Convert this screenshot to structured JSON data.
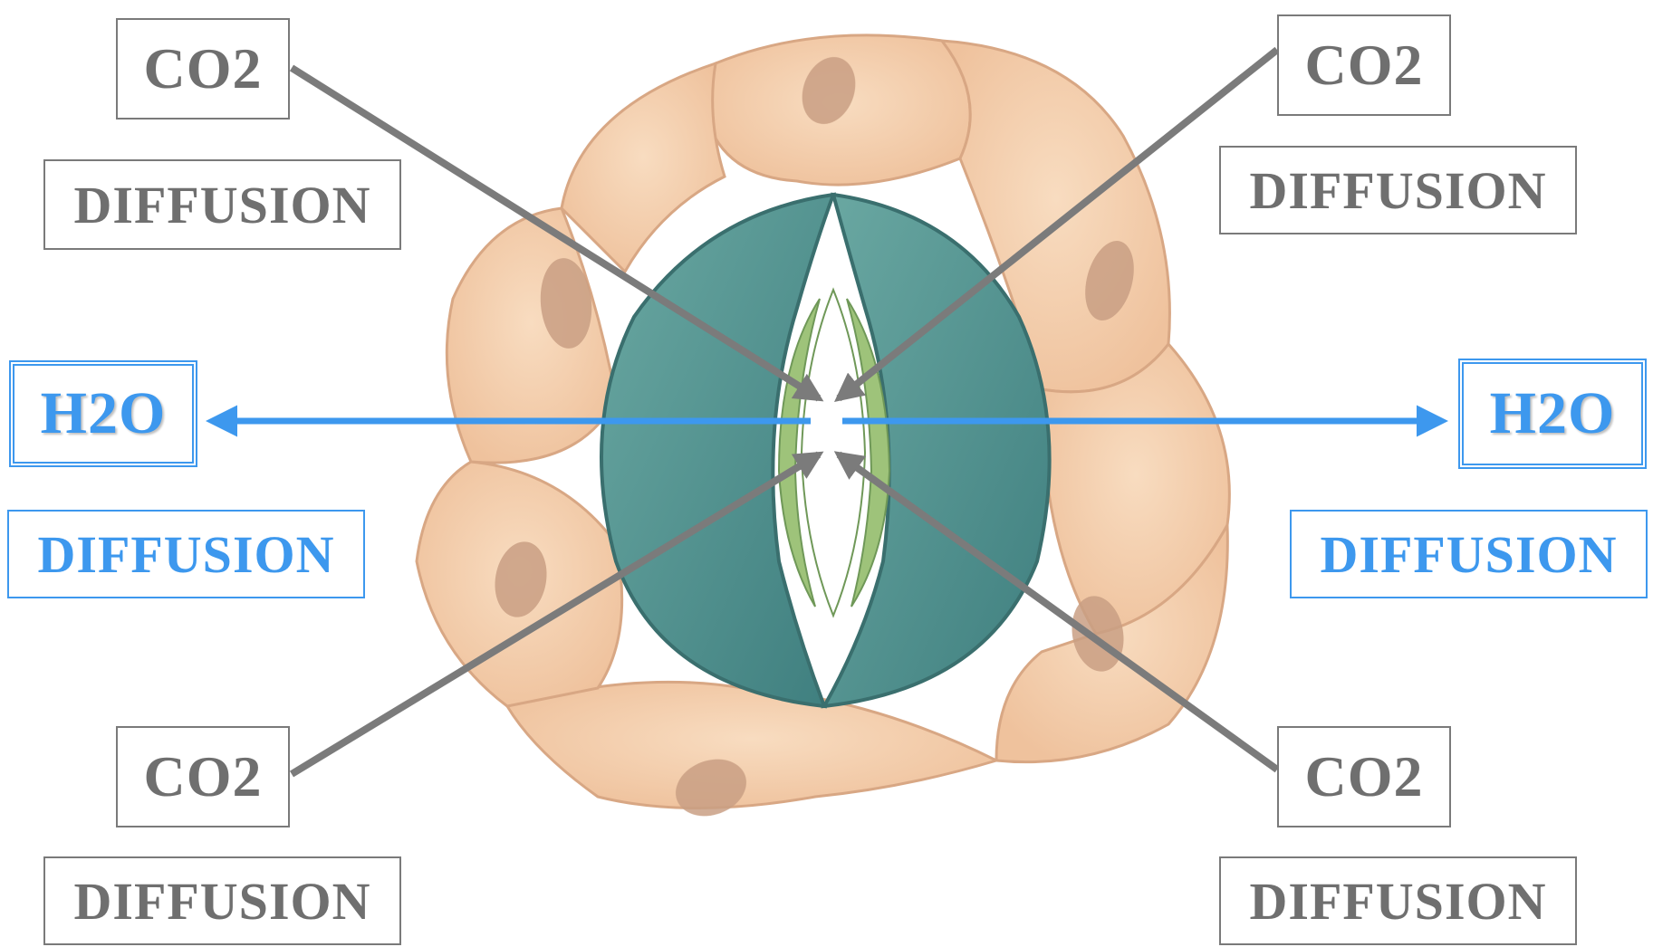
{
  "colors": {
    "gray_arrow": "#7b7b7b",
    "blue_arrow": "#3d98ee",
    "cell_fill": "#f4cfae",
    "guard_cell_fill": "#4f8f8c",
    "nucleus": "#c99f83"
  },
  "labels": {
    "co2_top_left": "CO2",
    "diffusion_top_left": "DIFFUSION",
    "co2_top_right": "CO2",
    "diffusion_top_right": "DIFFUSION",
    "h2o_left": "H2O",
    "diffusion_mid_left": "DIFFUSION",
    "h2o_right": "H2O",
    "diffusion_mid_right": "DIFFUSION",
    "co2_bottom_left": "CO2",
    "diffusion_bottom_left": "DIFFUSION",
    "co2_bottom_right": "CO2",
    "diffusion_bottom_right": "DIFFUSION"
  }
}
